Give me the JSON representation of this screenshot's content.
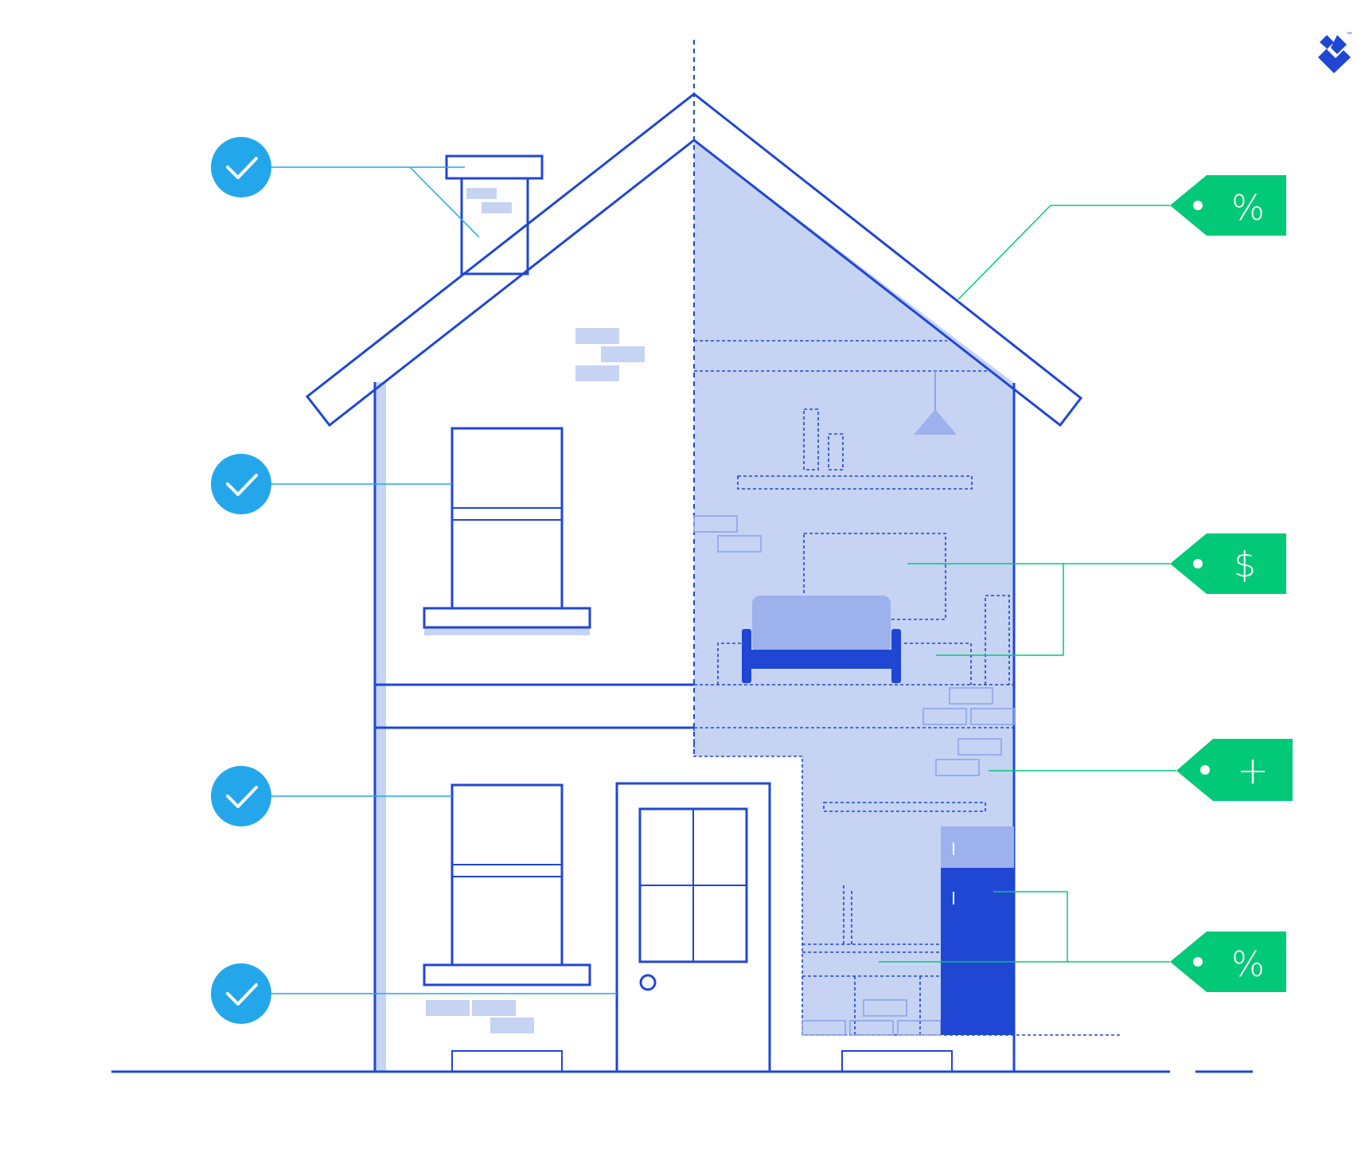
{
  "colors": {
    "outline": "#1f47d4",
    "interior_fill": "#c6d3f3",
    "brick_fill": "#c6d3f3",
    "brick_line": "#8ea4e8",
    "sofa_top": "#9db1ec",
    "check_badge": "#24a7ea",
    "check_line": "#24a7ea",
    "price_tag": "#02c978",
    "price_line": "#02c978",
    "cabinet_dark": "#1f47d4",
    "cabinet_light": "#9db1ec",
    "background": "#ffffff"
  },
  "logo": {
    "icon": "toptal-logo-icon",
    "trademark": "™"
  },
  "checkmarks": [
    {
      "icon": "checkmark-icon",
      "target": "chimney"
    },
    {
      "icon": "checkmark-icon",
      "target": "upper-window"
    },
    {
      "icon": "checkmark-icon",
      "target": "lower-window"
    },
    {
      "icon": "checkmark-icon",
      "target": "front-door"
    }
  ],
  "price_tags": [
    {
      "symbol": "%",
      "icon": "price-tag-icon",
      "target": "roof"
    },
    {
      "symbol": "$",
      "icon": "price-tag-icon",
      "target": "living-room"
    },
    {
      "symbol": "+",
      "icon": "price-tag-icon",
      "target": "wall"
    },
    {
      "symbol": "%",
      "icon": "price-tag-icon",
      "target": "kitchen"
    }
  ]
}
